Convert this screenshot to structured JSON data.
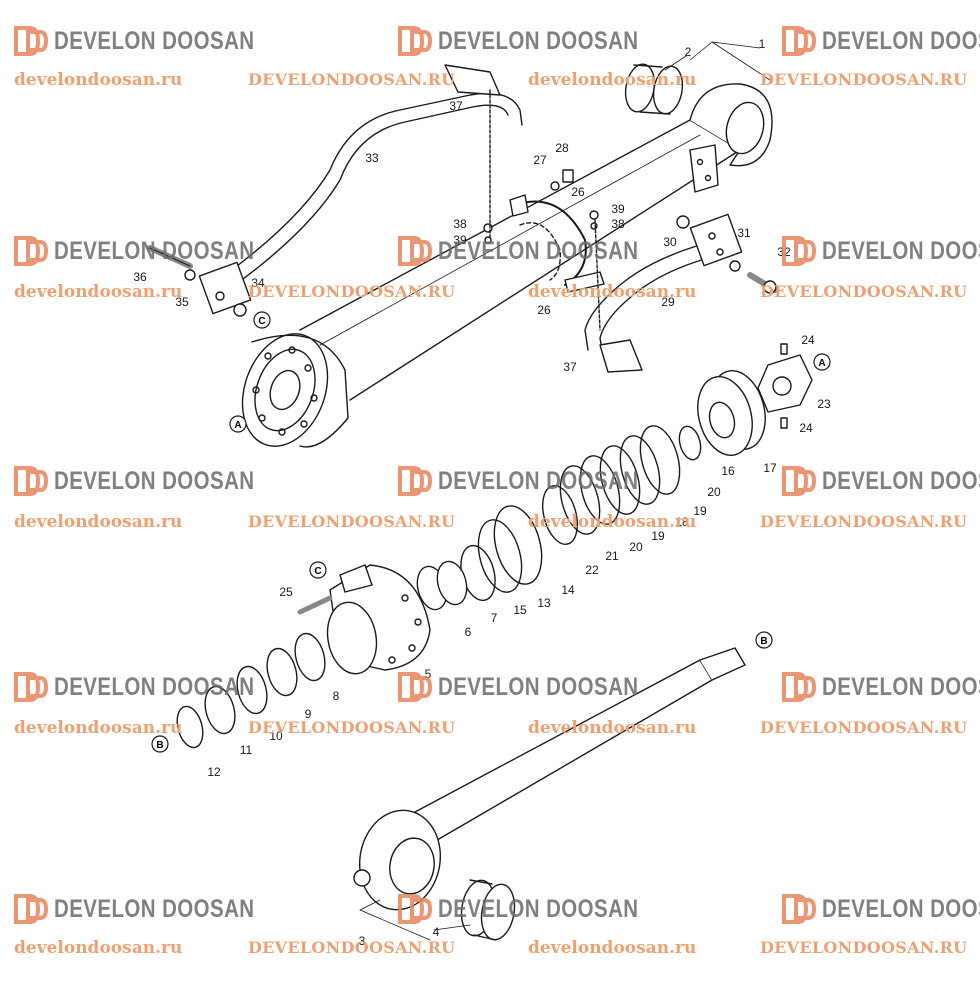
{
  "watermark": {
    "brand": "DEVELON DOOSAN",
    "url_lower": "develondoosan.ru",
    "url_upper": "DEVELONDOOSAN.RU",
    "mark_color": "#e8845a",
    "text_color": "#6b6b6b",
    "url_color": "#f0a070"
  },
  "diagram": {
    "part_numbers": [
      "1",
      "2",
      "3",
      "4",
      "5",
      "6",
      "7",
      "8",
      "9",
      "10",
      "11",
      "12",
      "13",
      "14",
      "15",
      "16",
      "17",
      "18",
      "19",
      "19",
      "20",
      "20",
      "21",
      "22",
      "23",
      "24",
      "24",
      "25",
      "26",
      "26",
      "27",
      "28",
      "29",
      "30",
      "31",
      "32",
      "33",
      "34",
      "35",
      "36",
      "37",
      "37",
      "38",
      "38",
      "39",
      "39"
    ],
    "connectors": [
      "A",
      "A",
      "B",
      "B",
      "C",
      "C"
    ]
  }
}
